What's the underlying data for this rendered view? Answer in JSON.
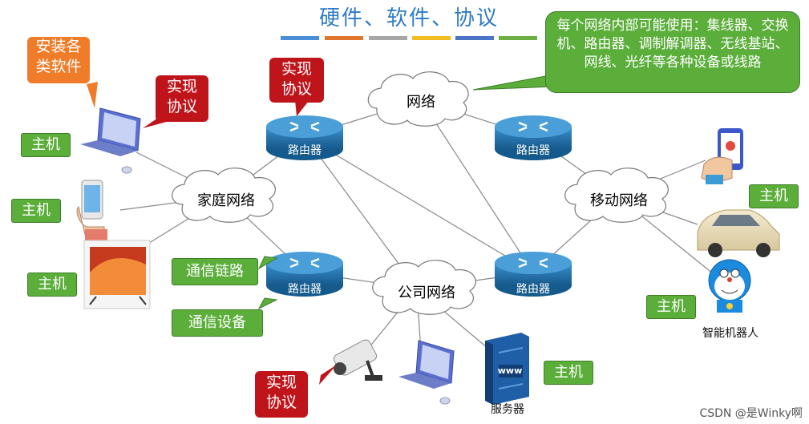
{
  "title": "硬件、软件、协议",
  "title_bar_colors": [
    "#4a8ed6",
    "#e0762b",
    "#a6a6a6",
    "#f2bd1f",
    "#4a74c6",
    "#6cb043"
  ],
  "callouts": {
    "install_software": "安装各\n类软件",
    "impl_protocol_laptop": "实现\n协议",
    "impl_protocol_router": "实现\n协议",
    "impl_protocol_camera": "实现\n协议",
    "network_note": "每个网络内部可能使用：集线器、交换机、路由器、调制解调器、无线基站、网线、光纤等各种设备或线路",
    "comm_link": "通信链路",
    "comm_device": "通信设备"
  },
  "clouds": {
    "network": "网络",
    "home_network": "家庭网络",
    "mobile_network": "移动网络",
    "company_network": "公司网络"
  },
  "routers": {
    "r1": "路由器",
    "r2": "路由器",
    "r3": "路由器",
    "r4": "路由器"
  },
  "hosts": {
    "laptop_host": "主机",
    "phone_host": "主机",
    "tv_host": "主机",
    "car_host": "主机",
    "robot_host": "主机",
    "server_host": "主机"
  },
  "devices": {
    "robot_label": "智能机器人",
    "server_label": "服务器",
    "server_screen": "www"
  },
  "footer": "CSDN @是Winky啊",
  "colors": {
    "router": "#1f6fa8",
    "callout_green": "#5cae3b",
    "callout_red": "#c0141b",
    "callout_orange": "#f07c2a"
  }
}
